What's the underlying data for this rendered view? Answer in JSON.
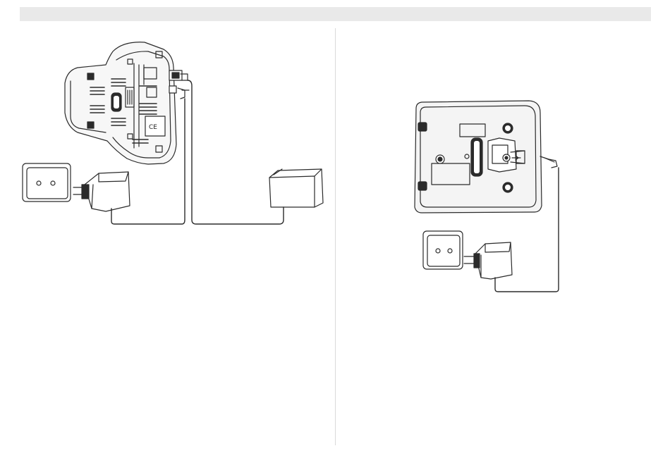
{
  "left_illustration": {
    "base_marking": "CE",
    "connection_steps": [
      "power-adapter-to-socket",
      "telephone-cord-to-base",
      "phone-line-adapter"
    ]
  },
  "right_illustration": {
    "connection_steps": [
      "power-adapter-to-socket",
      "dc-plug-to-charger"
    ]
  },
  "colors": {
    "line": "#2b2b2b",
    "header_bar": "#e9e9e9",
    "divider": "#d9d9d9",
    "body_fill": "#f2f2f2",
    "dark_fill": "#2b2b2b"
  }
}
